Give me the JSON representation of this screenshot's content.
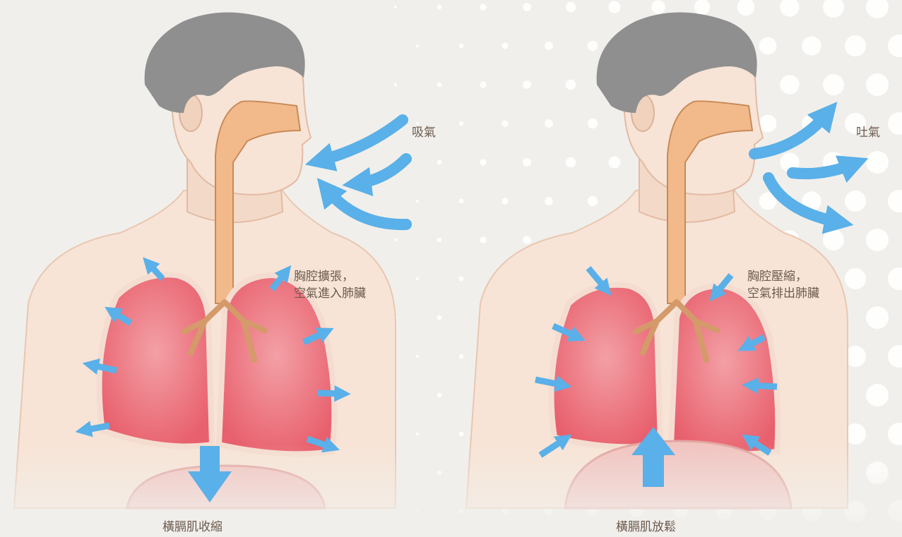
{
  "labels": {
    "inhale": "吸氣",
    "exhale": "吐氣",
    "expand_line1": "胸腔擴張，",
    "expand_line2": "空氣進入肺臟",
    "compress_line1": "胸腔壓縮，",
    "compress_line2": "空氣排出肺臟",
    "diaphragm_contract": "橫膈肌收縮",
    "diaphragm_relax": "橫膈肌放鬆"
  },
  "colors": {
    "background": "#f1efeb",
    "skin": "#f7e4d6",
    "skin_shade": "#ecc9b3",
    "hair": "#8f8f8f",
    "lung": "#ec6f7a",
    "lung_outline": "#f4ddd0",
    "airway": "#f2b98a",
    "airway_outline": "#c88a58",
    "arrow": "#5ab0e8",
    "text": "#6b5a4e",
    "dots": "#ffffff"
  },
  "icons": [
    "inhale-arrow-icon",
    "exhale-arrow-icon",
    "expand-arrow-icon",
    "compress-arrow-icon",
    "diaphragm-down-arrow-icon",
    "diaphragm-up-arrow-icon"
  ]
}
